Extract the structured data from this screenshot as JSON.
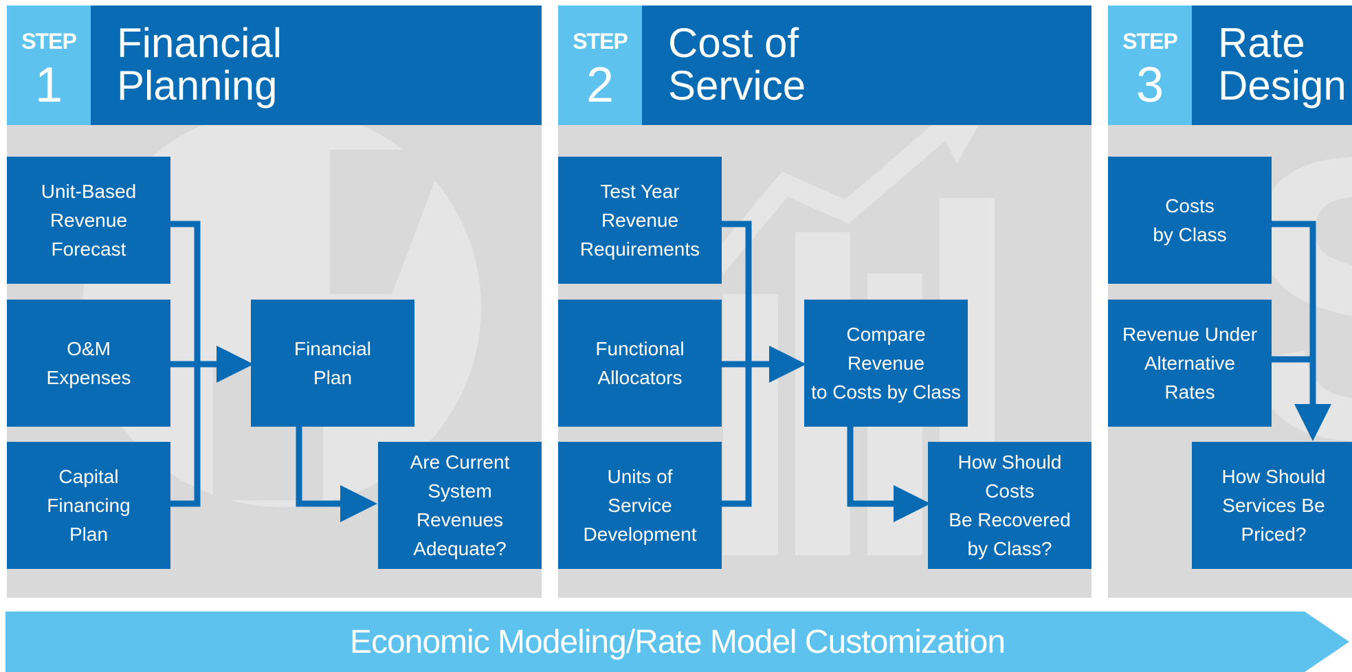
{
  "colors": {
    "primary_blue": "#0a6bb5",
    "light_blue": "#5ec2ee",
    "panel_gray": "#d9d9d9"
  },
  "steps": [
    {
      "step_label": "STEP",
      "number": "1",
      "title": "Financial\nPlanning",
      "inputs": [
        "Unit-Based\nRevenue\nForecast",
        "O&M\nExpenses",
        "Capital\nFinancing\nPlan"
      ],
      "process": "Financial\nPlan",
      "output": "Are Current\nSystem Revenues\nAdequate?"
    },
    {
      "step_label": "STEP",
      "number": "2",
      "title": "Cost of\nService",
      "inputs": [
        "Test Year\nRevenue\nRequirements",
        "Functional\nAllocators",
        "Units of\nService\nDevelopment"
      ],
      "process": "Compare Revenue\nto Costs by Class",
      "output": "How Should Costs\nBe Recovered\nby Class?"
    },
    {
      "step_label": "STEP",
      "number": "3",
      "title": "Rate\nDesign",
      "inputs": [
        "Costs\nby Class",
        "Revenue Under\nAlternative\nRates"
      ],
      "output": "How Should\nServices Be\nPriced?"
    }
  ],
  "banner": {
    "label": "Economic Modeling/Rate Model Customization"
  }
}
